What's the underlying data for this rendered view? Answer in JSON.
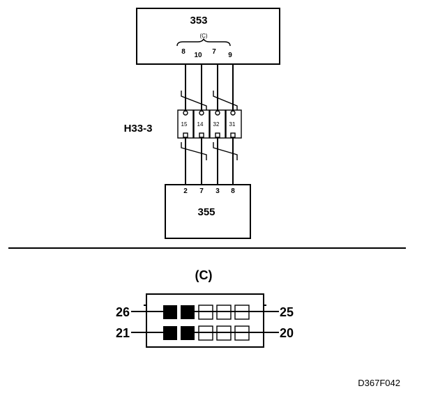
{
  "top_component": {
    "id": "353",
    "connector_tag": "(C)",
    "pins": [
      "8",
      "10",
      "7",
      "9"
    ]
  },
  "junction": {
    "id": "H33-3",
    "pins": [
      "15",
      "14",
      "32",
      "31"
    ]
  },
  "bottom_component": {
    "id": "355",
    "pins": [
      "2",
      "7",
      "3",
      "8"
    ]
  },
  "connector_view": {
    "title": "(C)",
    "top_left_pin": "26",
    "top_right_pin": "25",
    "bottom_left_pin": "21",
    "bottom_right_pin": "20"
  },
  "figure_id": "D367F042"
}
